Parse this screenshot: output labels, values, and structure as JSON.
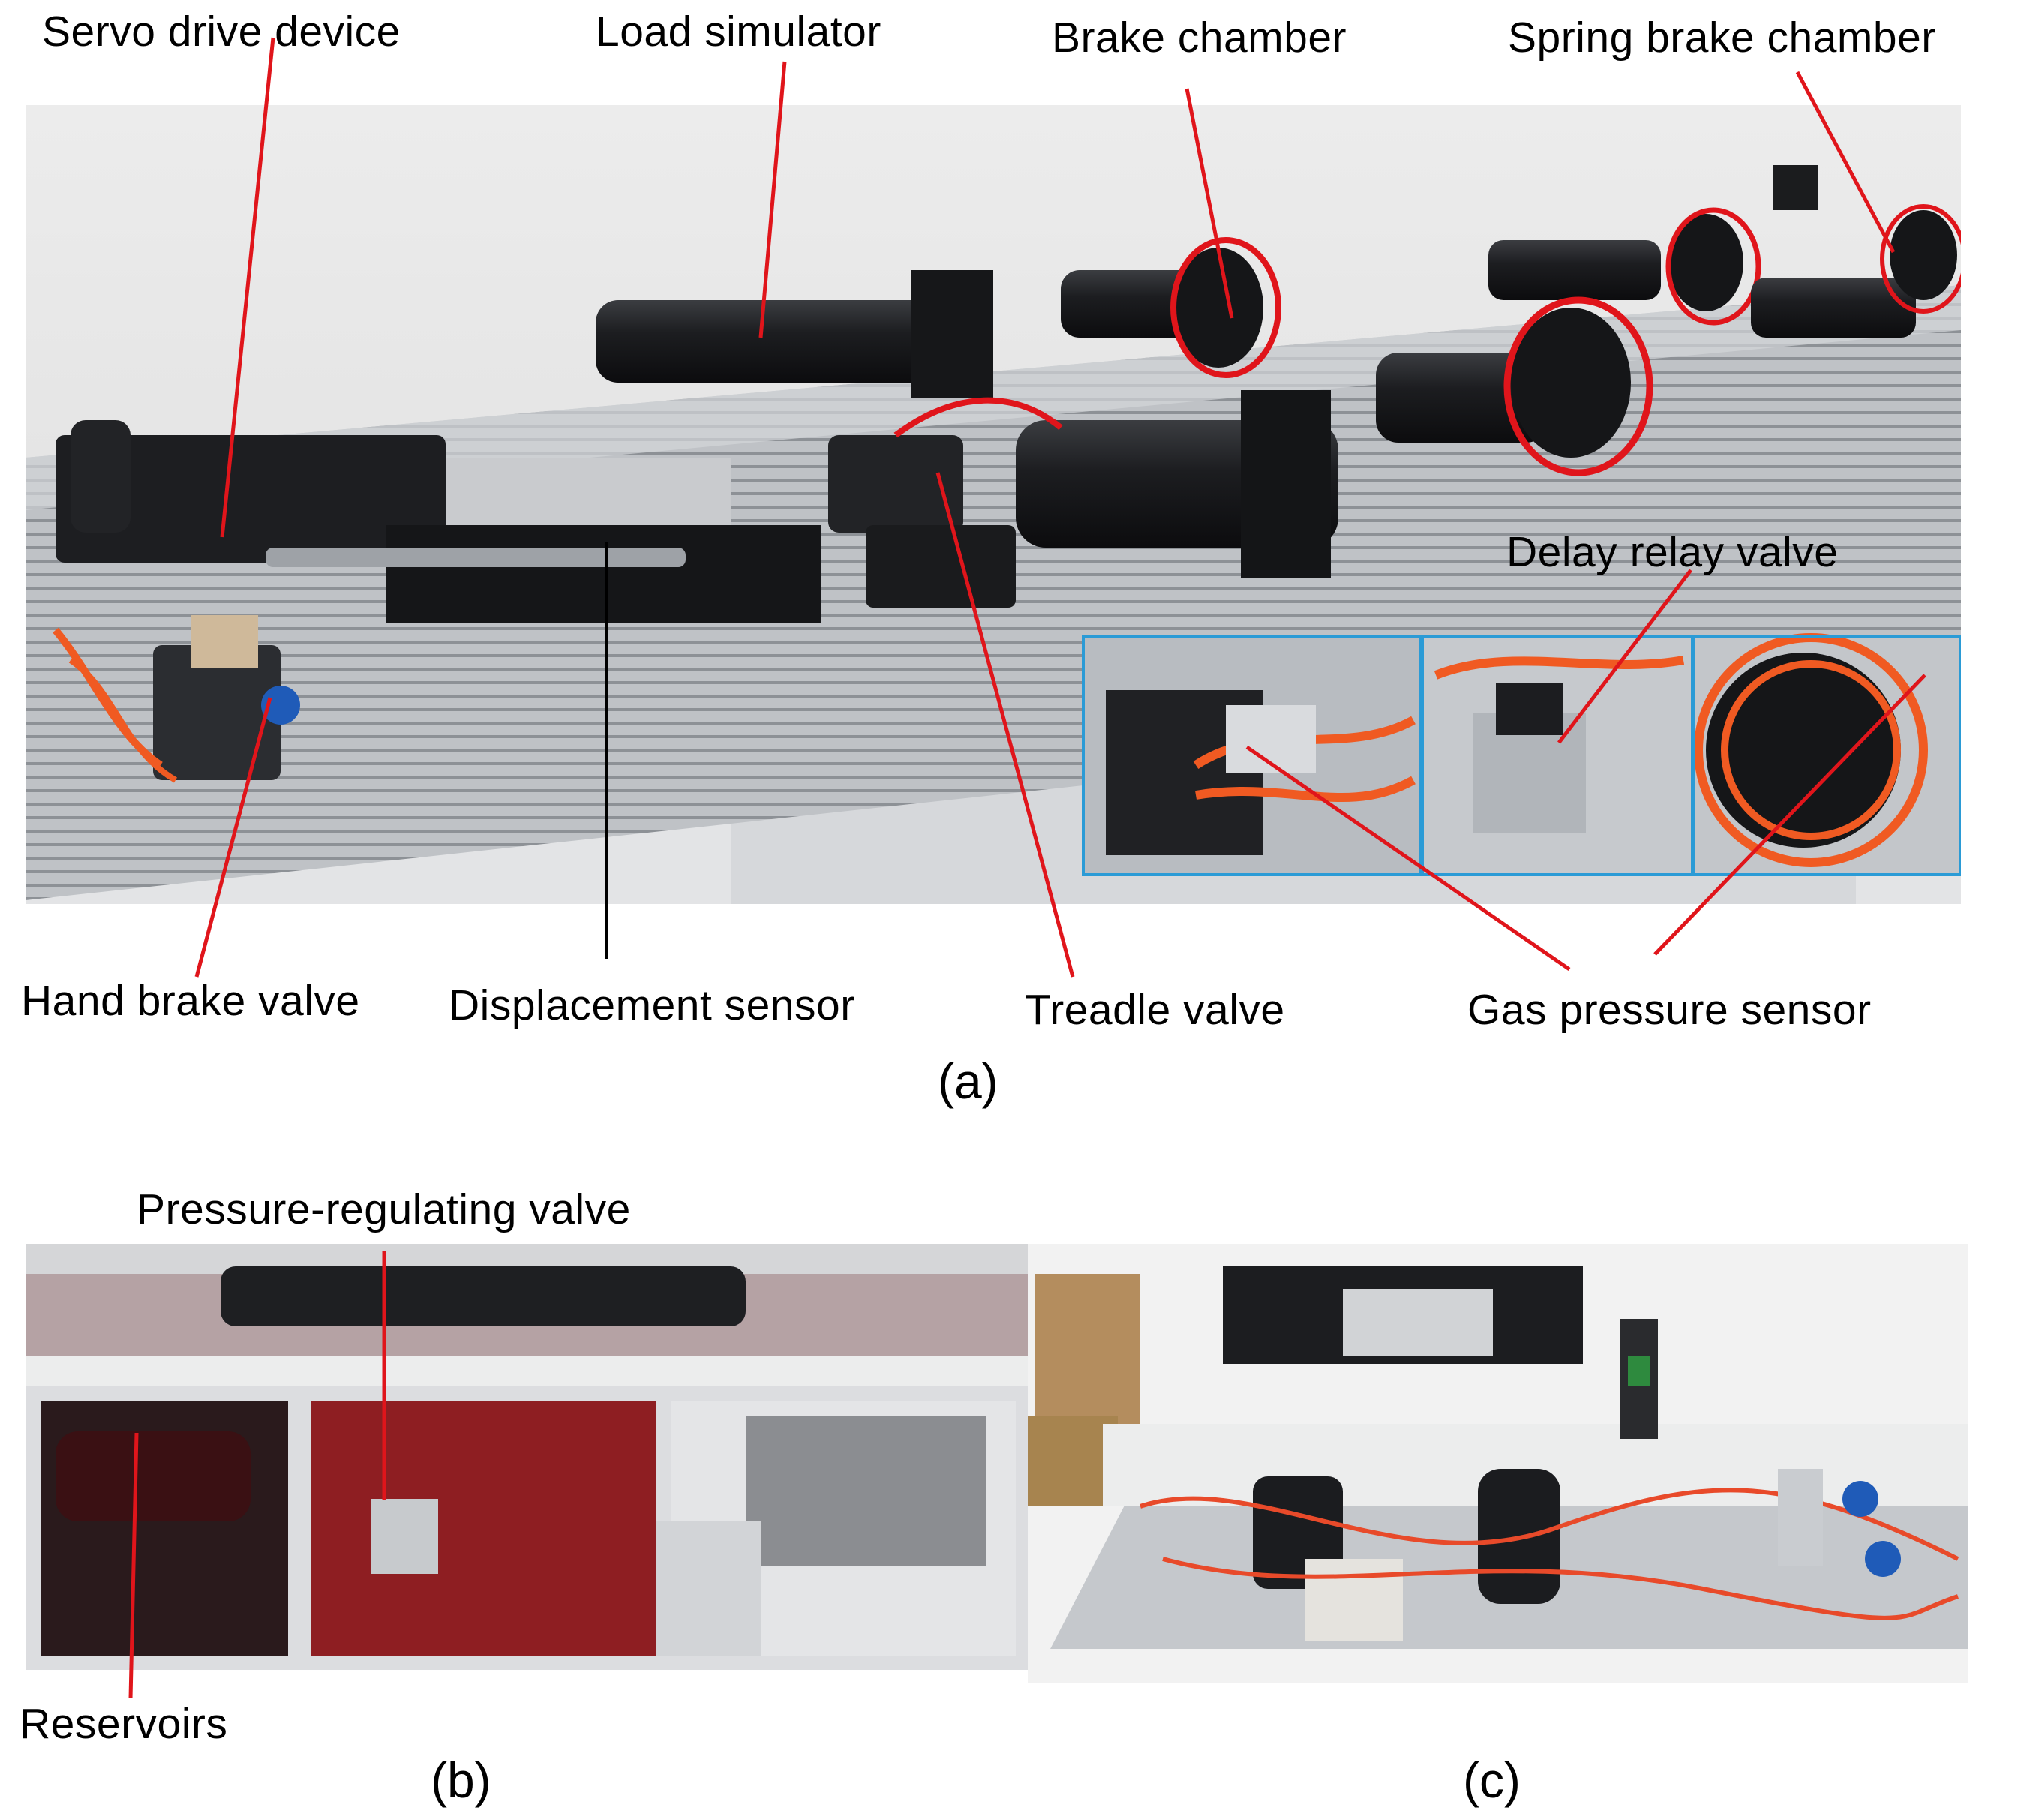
{
  "panel_a": {
    "caption": "(a)",
    "labels": {
      "servo_drive_device": "Servo drive device",
      "load_simulator": "Load simulator",
      "brake_chamber": "Brake chamber",
      "spring_brake_chamber": "Spring brake chamber",
      "delay_relay_valve": "Delay relay valve",
      "hand_brake_valve": "Hand brake valve",
      "displacement_sensor": "Displacement sensor",
      "treadle_valve": "Treadle valve",
      "gas_pressure_sensor": "Gas pressure sensor"
    }
  },
  "panel_b": {
    "caption": "(b)",
    "labels": {
      "pressure_regulating_valve": "Pressure-regulating valve",
      "reservoirs": "Reservoirs"
    }
  },
  "panel_c": {
    "caption": "(c)"
  },
  "colors": {
    "leader_line": "#e0151b",
    "inset_border": "#2b9bd6",
    "background": "#ffffff"
  }
}
